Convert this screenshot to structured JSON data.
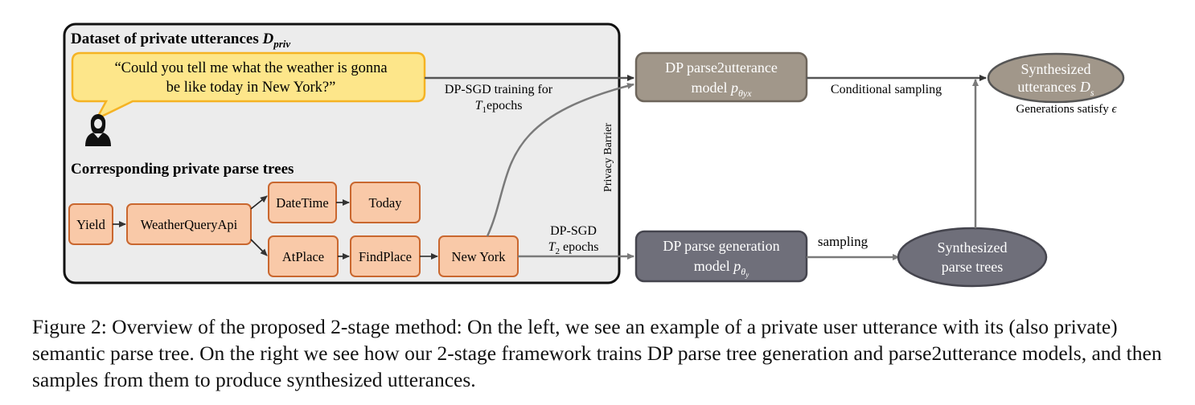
{
  "dataset_box": {
    "title": "Dataset of private utterances ",
    "title_symbol": "D",
    "title_subscript": "priv",
    "utterance_line1": "“Could you tell me what the weather is gonna",
    "utterance_line2": "be like today in New York?”",
    "user_icon": "person-icon",
    "parse_title": "Corresponding private parse trees"
  },
  "parse_nodes": {
    "yield": "Yield",
    "weather": "WeatherQueryApi",
    "datetime": "DateTime",
    "today": "Today",
    "atplace": "AtPlace",
    "findplace": "FindPlace",
    "newyork": "New York"
  },
  "privacy_barrier": "Privacy Barrier",
  "edges": {
    "train1_line1": "DP-SGD training for",
    "train1_line2_sym": "T",
    "train1_line2_sub": "1",
    "train1_line2_rest": "epochs",
    "train2_line1": "DP-SGD",
    "train2_line2_sym": "T",
    "train2_line2_sub": "2",
    "train2_line2_rest": " epochs",
    "cond_sampling": "Conditional sampling",
    "sampling": "sampling",
    "satisfy_prefix": "Generations satisfy ",
    "satisfy_sym": "ϵ"
  },
  "models": {
    "p2u_line1": "DP parse2utterance",
    "p2u_line2": "model ",
    "p2u_sym": "p",
    "p2u_sub": "θyx",
    "gen_line1": "DP parse generation",
    "gen_line2": "model ",
    "gen_sym": "p",
    "gen_sub": "θ",
    "gen_subsub": "y"
  },
  "outputs": {
    "utt_line1": "Synthesized",
    "utt_line2": "utterances ",
    "utt_sym": "D",
    "utt_sub": "s",
    "trees_line1": "Synthesized",
    "trees_line2": "parse trees"
  },
  "caption": "Figure 2: Overview of the proposed 2-stage method: On the left, we see an example of a private user utterance with its (also private) semantic parse tree. On the right we see how our 2-stage framework trains DP parse tree generation and parse2utterance models, and then samples from them to produce synthesized utterances.",
  "colors": {
    "dataset_bg": "#ececec",
    "bubble_fill": "#fde68a",
    "bubble_stroke": "#f5b324",
    "node_fill": "#f9c9a8",
    "node_stroke": "#c9672f",
    "p2u_fill": "#a1978a",
    "gen_fill": "#6f6f7a",
    "arrow": "#7a7a7a"
  }
}
